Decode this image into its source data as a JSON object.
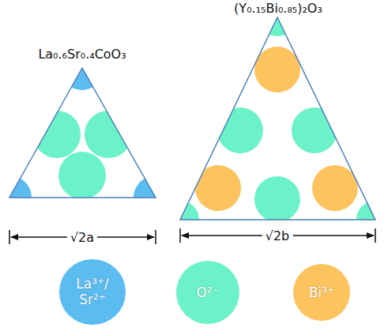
{
  "diagram": {
    "labels": [
      "La₀.₆Sr₀.₄CoO₃",
      "(Y₀.₁₅Bi₀.₈₅)₂O₃",
      "√2a",
      "√2b"
    ],
    "legend": [
      {
        "text": "La³⁺/ Sr²⁺",
        "color": "#5bbcf0"
      },
      {
        "text": "O²⁻",
        "color": "#6cf2c8"
      },
      {
        "text": "Bi³⁺",
        "color": "#fdc35e"
      }
    ]
  }
}
